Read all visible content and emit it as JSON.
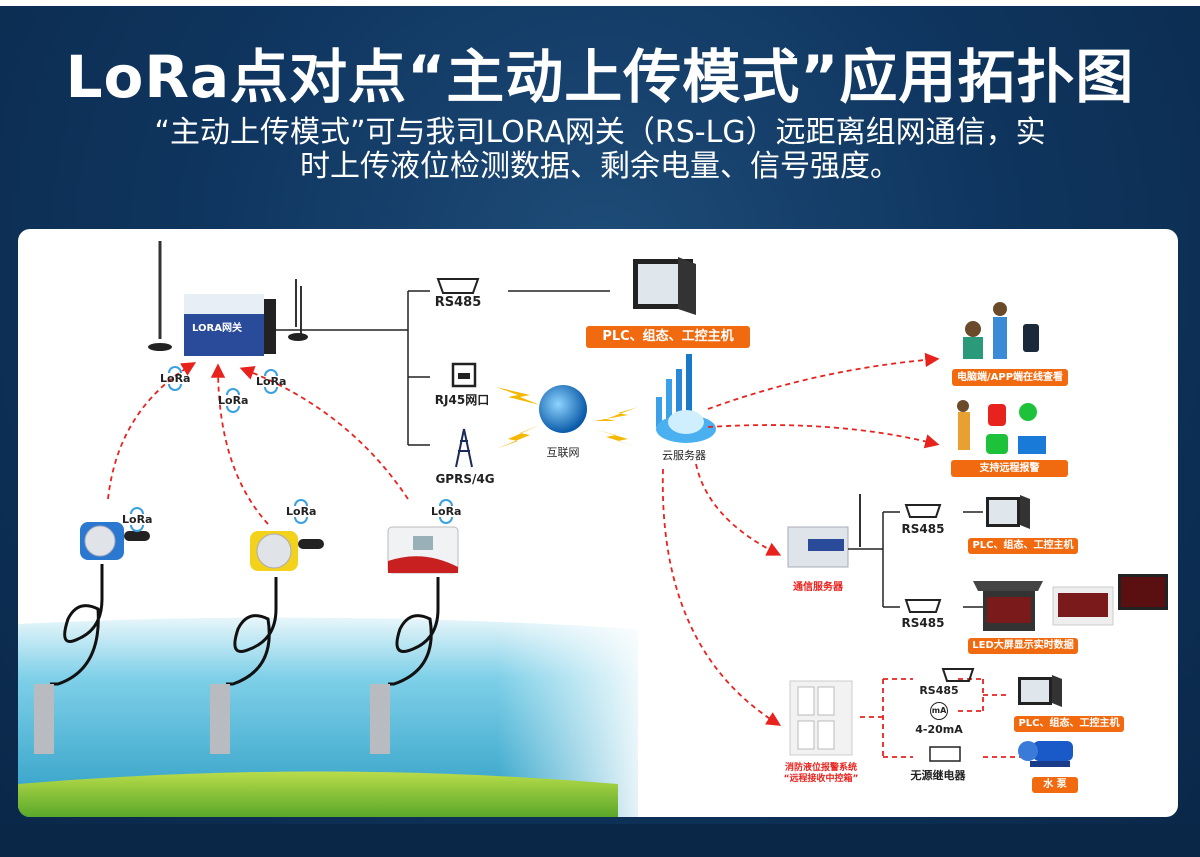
{
  "header": {
    "title": "LoRa点对点“主动上传模式”应用拓扑图",
    "subtitle_line1": "“主动上传模式”可与我司LORA网关（RS-LG）远距离组网通信，实",
    "subtitle_line2": "时上传液位检测数据、剩余电量、信号强度。"
  },
  "gateway": {
    "device_label": "LORA网关",
    "lora_badges": [
      "LoRa",
      "LoRa",
      "LoRa"
    ]
  },
  "interfaces": {
    "rs485": "RS485",
    "rj45": "RJ45网口",
    "gprs": "GPRS/4G"
  },
  "network": {
    "internet": "互联网",
    "cloud": "云服务器"
  },
  "targets": {
    "plc_top": "PLC、组态、工控主机",
    "online_view": "电脑端/APP端在线查看",
    "remote_alarm": "支持远程报警"
  },
  "comm_server": {
    "label": "通信服务器",
    "rs485_a": "RS485",
    "rs485_b": "RS485",
    "plc": "PLC、组态、工控主机",
    "led": "LED大屏显示实时数据"
  },
  "control_box": {
    "label_line1": "消防液位报警系统",
    "label_line2": "“远程接收中控箱”",
    "rs485": "RS485",
    "ma_icon": "mA",
    "analog": "4-20mA",
    "relay": "无源继电器",
    "plc": "PLC、组态、工控主机",
    "pump": "水 泵"
  },
  "sensors": [
    {
      "type": "blue-transmitter",
      "badge": "LoRa"
    },
    {
      "type": "yellow-transmitter",
      "badge": "LoRa"
    },
    {
      "type": "wall-box-transmitter",
      "badge": "LoRa"
    }
  ],
  "colors": {
    "accent_orange": "#f26a10",
    "alert_red": "#e8231e",
    "bg_navy": "#0f3660"
  }
}
